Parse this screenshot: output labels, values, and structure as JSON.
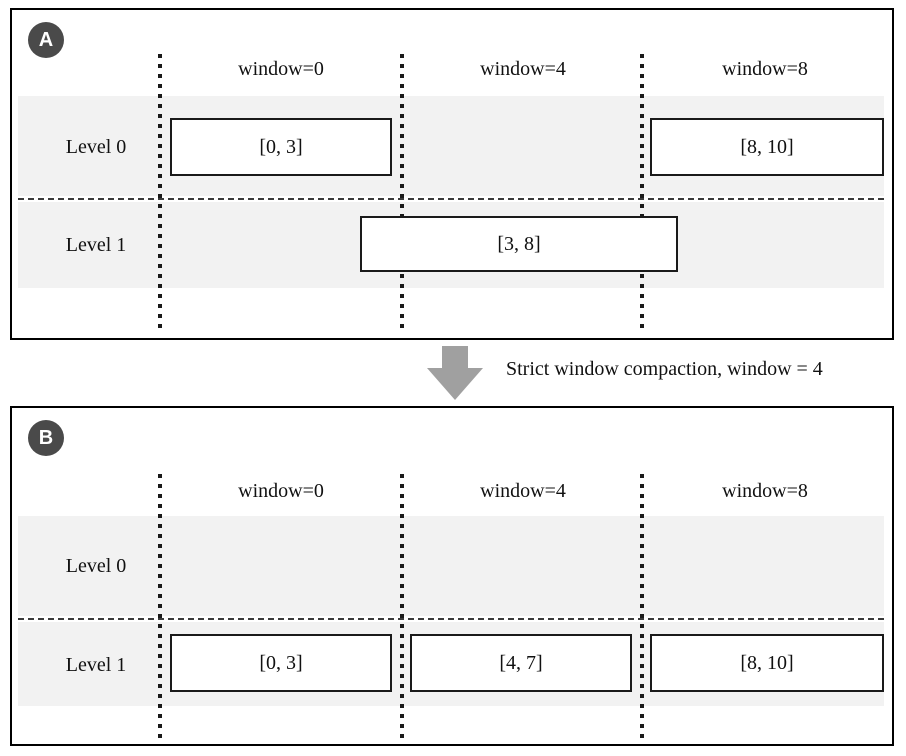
{
  "colors": {
    "badge_bg": "#4a4a4a",
    "row_bg": "#f2f2f2",
    "arrow": "#a0a0a0",
    "border": "#000000"
  },
  "transition": {
    "label": "Strict window compaction, window = 4"
  },
  "panels": [
    {
      "badge": "A",
      "headers": [
        "window=0",
        "window=4",
        "window=8"
      ],
      "levels": [
        {
          "label": "Level 0",
          "boxes": [
            {
              "text": "[0, 3]"
            },
            {
              "text": "[8, 10]"
            }
          ]
        },
        {
          "label": "Level 1",
          "boxes": [
            {
              "text": "[3, 8]"
            }
          ]
        }
      ]
    },
    {
      "badge": "B",
      "headers": [
        "window=0",
        "window=4",
        "window=8"
      ],
      "levels": [
        {
          "label": "Level 0",
          "boxes": []
        },
        {
          "label": "Level 1",
          "boxes": [
            {
              "text": "[0, 3]"
            },
            {
              "text": "[4, 7]"
            },
            {
              "text": "[8, 10]"
            }
          ]
        }
      ]
    }
  ]
}
